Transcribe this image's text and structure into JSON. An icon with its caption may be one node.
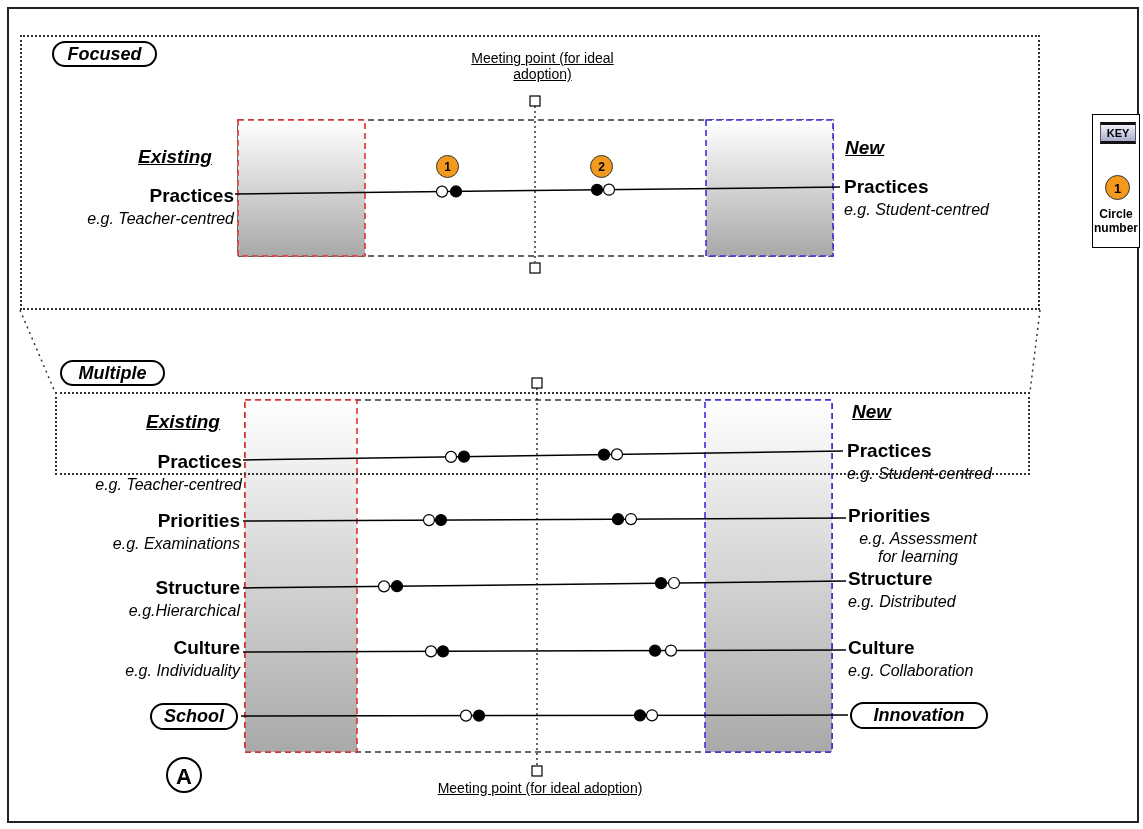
{
  "diagram": {
    "nodes": [
      {
        "text": [],
        "shape": "box"
      },
      {
        "text": [
          "Focused"
        ],
        "in": 0
      },
      {
        "text": [
          "Practices",
          "e.g. Teacher-centred"
        ],
        "in": 0
      },
      {
        "text": [
          "Practices",
          "e.g. Student-centred"
        ],
        "in": 0
      },
      {
        "text": [
          "Multiple"
        ]
      },
      {
        "text": [],
        "shape": "box"
      },
      {
        "text": [
          "Practices",
          "e.g. Teacher-centred"
        ],
        "in": 5
      },
      {
        "text": [
          "Practices",
          "e.g. Student-centred"
        ],
        "in": 5
      },
      {
        "text": [
          "Priorities",
          "e.g. Examinations"
        ]
      },
      {
        "text": [
          "Priorities",
          "e.g. Assessment for learning"
        ]
      },
      {
        "text": [
          "Structure",
          "e.g.Hierarchical"
        ]
      },
      {
        "text": [
          "Structure",
          "e.g. Distributed"
        ]
      },
      {
        "text": [
          "Culture",
          "e.g. Individuality"
        ]
      },
      {
        "text": [
          "Culture",
          "e.g. Collaboration"
        ]
      },
      {
        "text": [
          "School"
        ]
      },
      {
        "text": [
          "Innovation"
        ]
      }
    ],
    "edges": [
      {
        "from": 2,
        "to": 3,
        "arrow": "none"
      },
      {
        "from": 6,
        "to": 7,
        "arrow": "none"
      },
      {
        "from": 8,
        "to": 9,
        "arrow": "none"
      },
      {
        "from": 10,
        "to": 11,
        "arrow": "none"
      },
      {
        "from": 12,
        "to": 13,
        "arrow": "none"
      },
      {
        "from": 14,
        "to": 15,
        "arrow": "none"
      }
    ],
    "labels": [
      "Existing",
      "New",
      "Meeting point (for ideal adoption)",
      "1",
      "2",
      "Existing",
      "New",
      "A",
      "Meeting point (for ideal adoption)",
      "KEY",
      "1"
    ],
    "legend": [
      {
        "text": "Circle number"
      }
    ]
  }
}
